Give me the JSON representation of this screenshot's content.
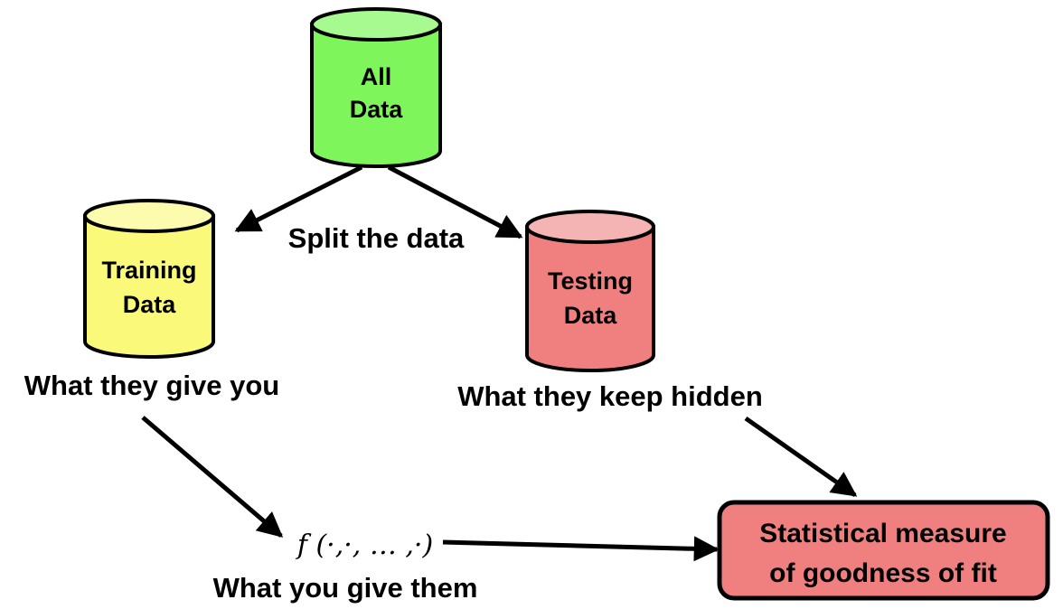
{
  "cylinders": {
    "all": {
      "line1": "All",
      "line2": "Data",
      "color": "#7ef55a",
      "top_color": "#a6fa90"
    },
    "training": {
      "line1": "Training",
      "line2": "Data",
      "color": "#fbf97a",
      "top_color": "#fdfcae"
    },
    "testing": {
      "line1": "Testing",
      "line2": "Data",
      "color": "#f08080",
      "top_color": "#f5b4b4"
    }
  },
  "labels": {
    "split": "Split the data",
    "give_you": "What they give you",
    "keep_hidden": "What they keep hidden",
    "give_them": "What you give them",
    "function": "f (·,·, … ,·)"
  },
  "result_box": {
    "line1": "Statistical measure",
    "line2": "of goodness of fit",
    "color": "#f08080"
  }
}
